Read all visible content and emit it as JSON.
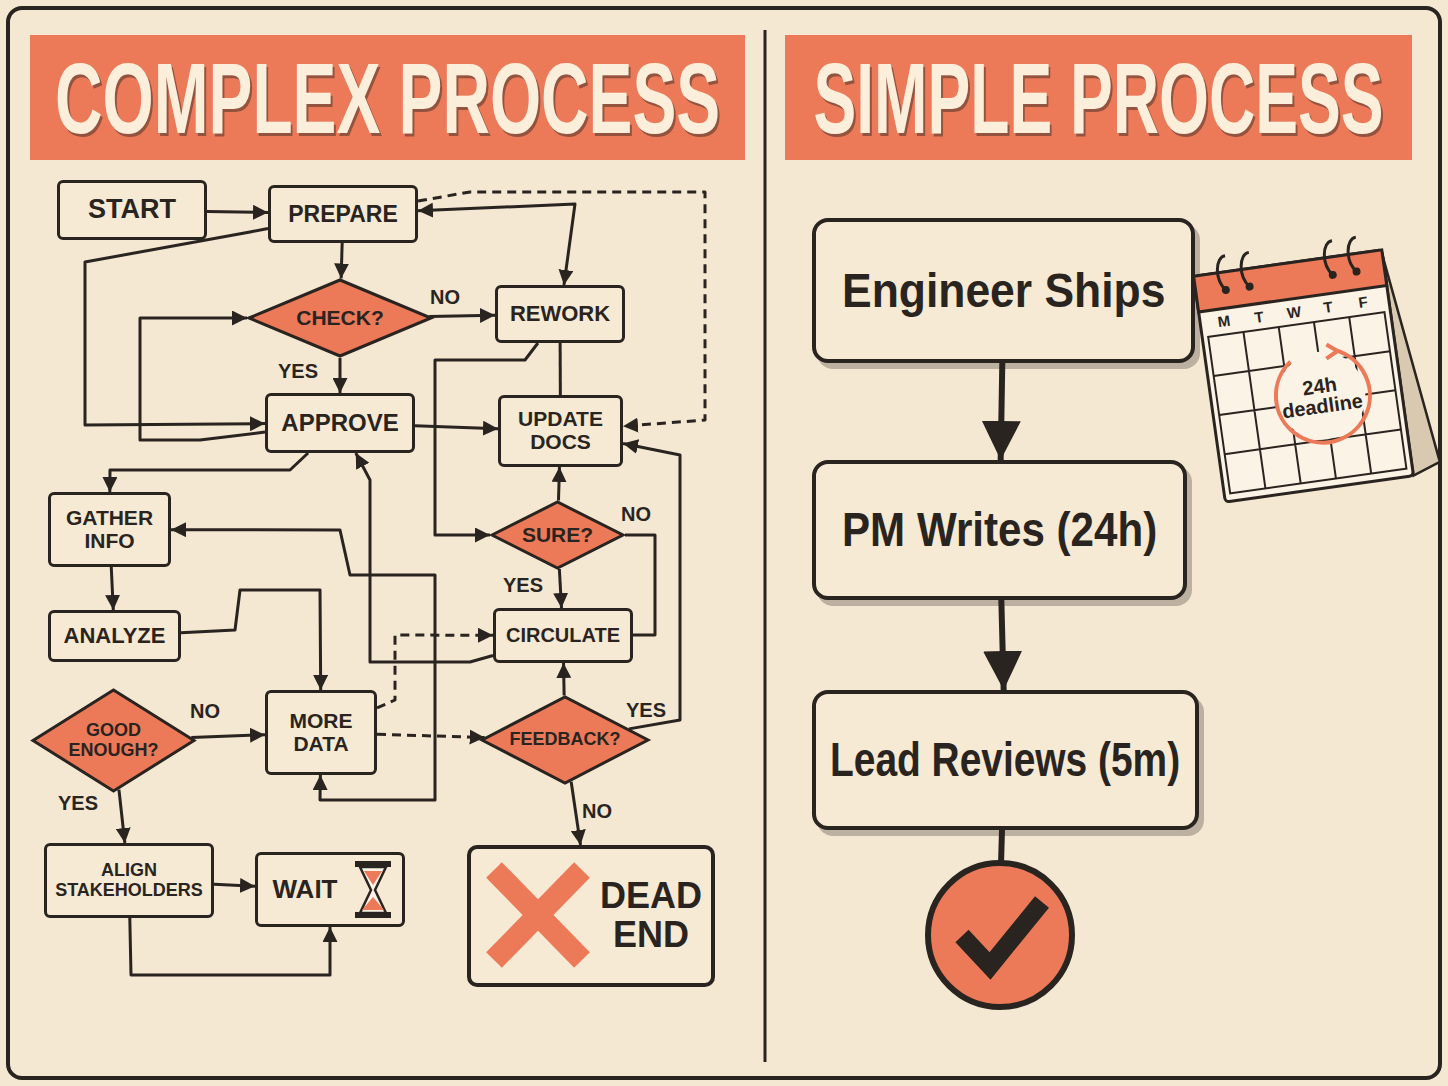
{
  "diagram": {
    "nodes": [
      {
        "text": [
          "COMPLEX PROCESS"
        ]
      },
      {
        "text": [
          "START"
        ],
        "in": 0
      },
      {
        "text": [
          "PREPARE"
        ],
        "in": 0
      },
      {
        "text": [
          "CHECK?"
        ],
        "in": 0
      },
      {
        "text": [
          "REWORK"
        ],
        "in": 0
      },
      {
        "text": [
          "APPROVE"
        ],
        "in": 0
      },
      {
        "text": [
          "UPDATE DOCS"
        ],
        "in": 0
      },
      {
        "text": [
          "GATHER INFO"
        ],
        "in": 0
      },
      {
        "text": [
          "SURE?"
        ],
        "in": 0
      },
      {
        "text": [
          "ANALYZE"
        ],
        "in": 0
      },
      {
        "text": [
          "CIRCULATE"
        ],
        "in": 0
      },
      {
        "text": [
          "GOOD ENOUGH?"
        ],
        "in": 0
      },
      {
        "text": [
          "MORE DATA"
        ],
        "in": 0
      },
      {
        "text": [
          "FEEDBACK?"
        ],
        "in": 0
      },
      {
        "text": [
          "ALIGN STAKEHOLDERS"
        ],
        "in": 0
      },
      {
        "text": [
          "WAIT"
        ],
        "in": 0
      },
      {
        "text": [
          "DEAD END"
        ],
        "in": 0
      },
      {
        "text": [
          "SIMPLE PROCESS"
        ]
      },
      {
        "text": [
          "Engineer Ships"
        ],
        "in": 17
      },
      {
        "text": [
          "PM Writes (24h)"
        ],
        "in": 17
      },
      {
        "text": [
          "Lead Reviews (5m)"
        ],
        "in": 17
      }
    ],
    "edges": [
      {
        "from": 1,
        "to": 2,
        "arrow": "to"
      },
      {
        "from": 2,
        "to": 3,
        "arrow": "to"
      },
      {
        "from": 3,
        "to": 4,
        "label": "NO",
        "arrow": "to"
      },
      {
        "from": 3,
        "to": 5,
        "label": "YES",
        "arrow": "to"
      },
      {
        "from": 2,
        "to": 4,
        "arrow": "both"
      },
      {
        "from": 2,
        "to": 6,
        "arrow": "to"
      },
      {
        "from": 4,
        "to": 6,
        "arrow": "none"
      },
      {
        "from": 2,
        "to": 5,
        "arrow": "to"
      },
      {
        "from": 5,
        "to": 3,
        "arrow": "to"
      },
      {
        "from": 5,
        "to": 6,
        "arrow": "to"
      },
      {
        "from": 5,
        "to": 7,
        "arrow": "to"
      },
      {
        "from": 4,
        "to": 8,
        "arrow": "to"
      },
      {
        "from": 8,
        "to": 6,
        "arrow": "to"
      },
      {
        "from": 8,
        "to": 10,
        "label": "YES",
        "arrow": "to"
      },
      {
        "from": 8,
        "to": 10,
        "label": "NO",
        "arrow": "none"
      },
      {
        "from": 7,
        "to": 9,
        "arrow": "to"
      },
      {
        "from": 9,
        "to": 12,
        "arrow": "to"
      },
      {
        "from": 11,
        "to": 12,
        "label": "NO",
        "arrow": "to"
      },
      {
        "from": 11,
        "to": 14,
        "label": "YES",
        "arrow": "to"
      },
      {
        "from": 14,
        "to": 15,
        "arrow": "to"
      },
      {
        "from": 14,
        "to": 15,
        "arrow": "to"
      },
      {
        "from": 12,
        "to": 13,
        "arrow": "to"
      },
      {
        "from": 12,
        "to": 10,
        "arrow": "to"
      },
      {
        "from": 13,
        "to": 10,
        "arrow": "to"
      },
      {
        "from": 13,
        "to": 6,
        "label": "YES",
        "arrow": "to"
      },
      {
        "from": 13,
        "to": 16,
        "label": "NO",
        "arrow": "to"
      },
      {
        "from": 10,
        "to": 5,
        "arrow": "to"
      },
      {
        "from": 12,
        "to": 7,
        "arrow": "both"
      },
      {
        "from": 18,
        "to": 19,
        "arrow": "to"
      },
      {
        "from": 19,
        "to": 20,
        "arrow": "to"
      }
    ],
    "labels": [
      "M",
      "T",
      "W",
      "T",
      "F",
      "24h deadline"
    ]
  }
}
